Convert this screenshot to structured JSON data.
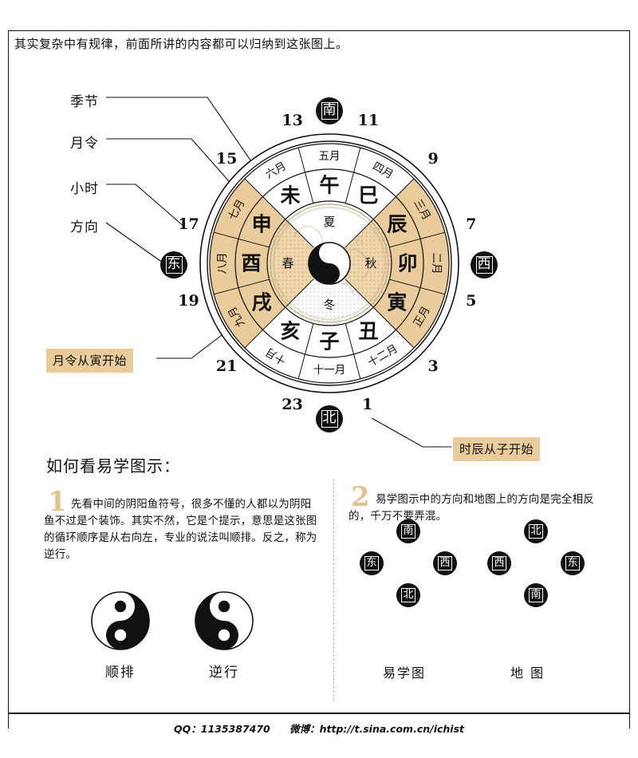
{
  "header": {
    "text": "其实复杂中有规律，前面所讲的内容都可以归纳到这张图上。"
  },
  "callouts": [
    {
      "key": "season",
      "label": "季节"
    },
    {
      "key": "month",
      "label": "月令"
    },
    {
      "key": "hour",
      "label": "小时"
    },
    {
      "key": "direction",
      "label": "方向"
    }
  ],
  "notes": {
    "left": "月令从寅开始",
    "right": "时辰从子开始"
  },
  "wheel": {
    "directions": {
      "south": "南",
      "north": "北",
      "east": "东",
      "west": "西"
    },
    "seasons": [
      {
        "name": "春",
        "shaded": true
      },
      {
        "name": "夏",
        "shaded": false
      },
      {
        "name": "秋",
        "shaded": true
      },
      {
        "name": "冬",
        "shaded": false
      }
    ],
    "branches": [
      {
        "name": "子",
        "month": "十一月",
        "hour_start": 23,
        "shaded": false
      },
      {
        "name": "丑",
        "month": "十二月",
        "hour_start": 1,
        "shaded": false
      },
      {
        "name": "寅",
        "month": "正月",
        "hour_start": 3,
        "shaded": true
      },
      {
        "name": "卯",
        "month": "二月",
        "hour_start": 5,
        "shaded": true
      },
      {
        "name": "辰",
        "month": "三月",
        "hour_start": 7,
        "shaded": true
      },
      {
        "name": "巳",
        "month": "四月",
        "hour_start": 9,
        "shaded": false
      },
      {
        "name": "午",
        "month": "五月",
        "hour_start": 11,
        "shaded": false
      },
      {
        "name": "未",
        "month": "六月",
        "hour_start": 13,
        "shaded": false
      },
      {
        "name": "申",
        "month": "七月",
        "hour_start": 15,
        "shaded": true
      },
      {
        "name": "酉",
        "month": "八月",
        "hour_start": 17,
        "shaded": true
      },
      {
        "name": "戌",
        "month": "九月",
        "hour_start": 19,
        "shaded": true
      },
      {
        "name": "亥",
        "month": "十月",
        "hour_start": 21,
        "shaded": false
      }
    ],
    "hours": [
      1,
      3,
      5,
      7,
      9,
      11,
      13,
      15,
      17,
      19,
      21,
      23
    ]
  },
  "howto": {
    "title": "如何看易学图示：",
    "items": [
      {
        "num": "1",
        "text": "先看中间的阴阳鱼符号，很多不懂的人都以为阴阳鱼不过是个装饰。其实不然，它是个提示，意思是这张图的循环顺序是从右向左，专业的说法叫顺排。反之，称为逆行。"
      },
      {
        "num": "2",
        "text": "易学图示中的方向和地图上的方向是完全相反的，千万不要弄混。"
      }
    ]
  },
  "yinyang_examples": [
    {
      "caption": "顺排",
      "mirrored": false
    },
    {
      "caption": "逆行",
      "mirrored": true
    }
  ],
  "compass_groups": [
    {
      "caption": "易学图",
      "top": "南",
      "left": "东",
      "right": "西",
      "bottom": "北"
    },
    {
      "caption": "地 图",
      "top": "北",
      "left": "西",
      "right": "东",
      "bottom": "南"
    }
  ],
  "footer": {
    "qq": "QQ：1135387470",
    "weibo": "微博：http://t.sina.com.cn/ichist"
  },
  "colors": {
    "tan": "#e9cb9c",
    "tan_light": "#eed6ae",
    "ink": "#111111",
    "accent_num": "#e2c28e"
  }
}
